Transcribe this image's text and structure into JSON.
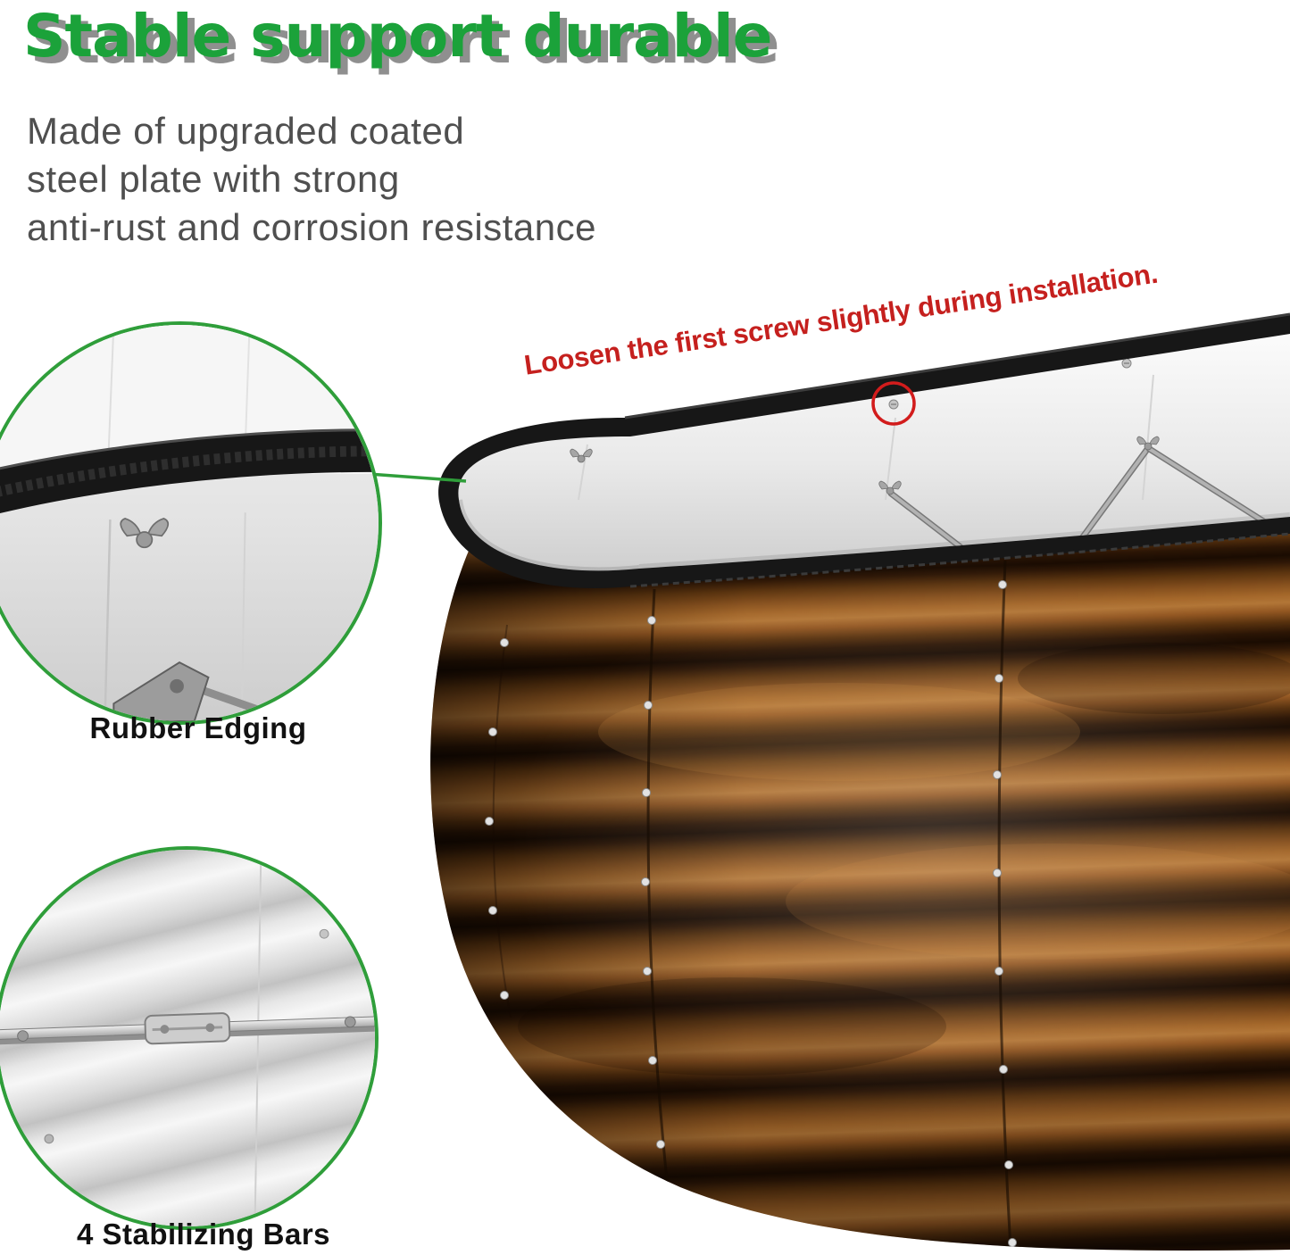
{
  "page": {
    "title": "Stable support durable",
    "subtitle": "Made of upgraded coated\nsteel plate with strong\nanti-rust and corrosion resistance",
    "annotation": "Loosen the first screw slightly during installation.",
    "callouts": [
      {
        "label": "Rubber Edging"
      },
      {
        "label": "4 Stabilizing Bars"
      }
    ],
    "colors": {
      "title_green": "#1ba23a",
      "title_shadow_gray": "#8f8f8f",
      "subtitle_gray": "#4f4f4f",
      "annotation_red": "#c5201e",
      "callout_border_green": "#2f9e3a",
      "wood_dark": "#1a0c02",
      "wood_mid": "#86501e",
      "wood_light": "#b27637",
      "metal_silver": "#d9d9d9",
      "rubber_black": "#171717"
    }
  }
}
